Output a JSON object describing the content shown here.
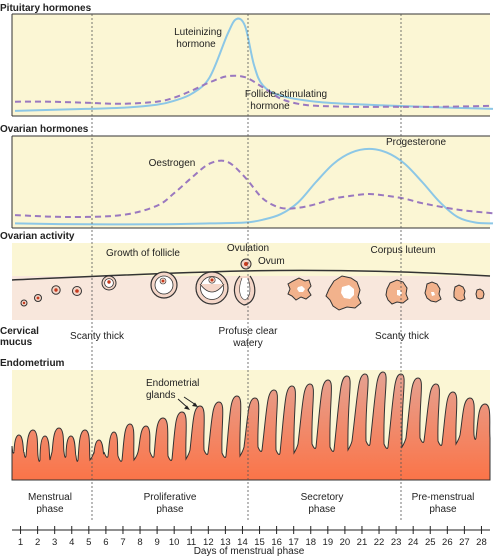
{
  "colors": {
    "panel_bg": "#fbf6d4",
    "lh_line": "#8cc7e6",
    "fsh_line": "#9a78bf",
    "skin": "#f8e7dc",
    "endo_top": "#e5a292",
    "endo_bottom": "#fb7448",
    "divider": "#555555"
  },
  "sections": {
    "pituitary": "Pituitary hormones",
    "ovarian": "Ovarian hormones",
    "activity": "Ovarian activity",
    "mucus": [
      "Cervical",
      "mucus"
    ],
    "endometrium": "Endometrium"
  },
  "labels": {
    "lh": [
      "Luteinizing",
      "hormone"
    ],
    "fsh": [
      "Follicle-stimulating",
      "hormone"
    ],
    "oestrogen": "Oestrogen",
    "progesterone": "Progesterone",
    "growth": "Growth of follicle",
    "ovulation": "Ovulation",
    "ovum": "Ovum",
    "corpus": "Corpus luteum",
    "mucus_scanty_1": "Scanty thick",
    "mucus_profuse": [
      "Profuse clear",
      "watery"
    ],
    "mucus_scanty_2": "Scanty thick",
    "glands": [
      "Endometrial",
      "glands"
    ]
  },
  "phases": [
    [
      "Menstrual",
      "phase"
    ],
    [
      "Proliferative",
      "phase"
    ],
    [
      "Secretory",
      "phase"
    ],
    [
      "Pre-menstrual",
      "phase"
    ]
  ],
  "axis": {
    "title": "Days of menstrual phase",
    "days": [
      "1",
      "2",
      "3",
      "4",
      "5",
      "6",
      "7",
      "8",
      "9",
      "10",
      "11",
      "12",
      "13",
      "14",
      "15",
      "16",
      "17",
      "18",
      "19",
      "20",
      "21",
      "22",
      "23",
      "24",
      "25",
      "26",
      "27",
      "28"
    ]
  },
  "chart_data": {
    "type": "line",
    "xlabel": "Days of menstrual phase",
    "x_range": [
      1,
      28
    ],
    "panels": [
      {
        "section": "Pituitary hormones",
        "series": [
          {
            "name": "Luteinizing hormone",
            "style": "solid",
            "x": [
              1,
              3,
              5,
              7,
              9,
              10,
              11,
              12,
              13,
              13.5,
              14,
              14.5,
              15,
              16,
              18,
              21,
              24,
              28
            ],
            "y": [
              0.05,
              0.06,
              0.07,
              0.08,
              0.11,
              0.15,
              0.22,
              0.38,
              0.8,
              0.95,
              0.88,
              0.5,
              0.3,
              0.2,
              0.14,
              0.11,
              0.09,
              0.07
            ]
          },
          {
            "name": "Follicle-stimulating hormone",
            "style": "dashed",
            "x": [
              1,
              3,
              5,
              7,
              9,
              10,
              11,
              12,
              13,
              14,
              15,
              16,
              17,
              18,
              20,
              22,
              25,
              28
            ],
            "y": [
              0.14,
              0.14,
              0.13,
              0.12,
              0.14,
              0.18,
              0.25,
              0.33,
              0.39,
              0.38,
              0.28,
              0.17,
              0.12,
              0.1,
              0.09,
              0.09,
              0.09,
              0.1
            ]
          }
        ]
      },
      {
        "section": "Ovarian hormones",
        "series": [
          {
            "name": "Progesterone",
            "style": "solid",
            "x": [
              1,
              5,
              9,
              12,
              14,
              15,
              16,
              17,
              18,
              19,
              20,
              21,
              22,
              23,
              24,
              25,
              26,
              27,
              28
            ],
            "y": [
              0.05,
              0.04,
              0.04,
              0.05,
              0.06,
              0.09,
              0.15,
              0.28,
              0.5,
              0.7,
              0.82,
              0.86,
              0.82,
              0.7,
              0.5,
              0.28,
              0.12,
              0.06,
              0.05
            ]
          },
          {
            "name": "Oestrogen",
            "style": "dashed",
            "x": [
              1,
              4,
              7,
              9,
              10,
              11,
              12,
              13,
              14,
              15,
              16,
              17,
              18,
              19,
              20,
              21,
              22,
              23,
              24,
              26,
              28
            ],
            "y": [
              0.14,
              0.12,
              0.14,
              0.24,
              0.38,
              0.55,
              0.7,
              0.72,
              0.55,
              0.32,
              0.22,
              0.22,
              0.26,
              0.32,
              0.35,
              0.37,
              0.35,
              0.32,
              0.27,
              0.2,
              0.16
            ]
          }
        ]
      }
    ]
  }
}
